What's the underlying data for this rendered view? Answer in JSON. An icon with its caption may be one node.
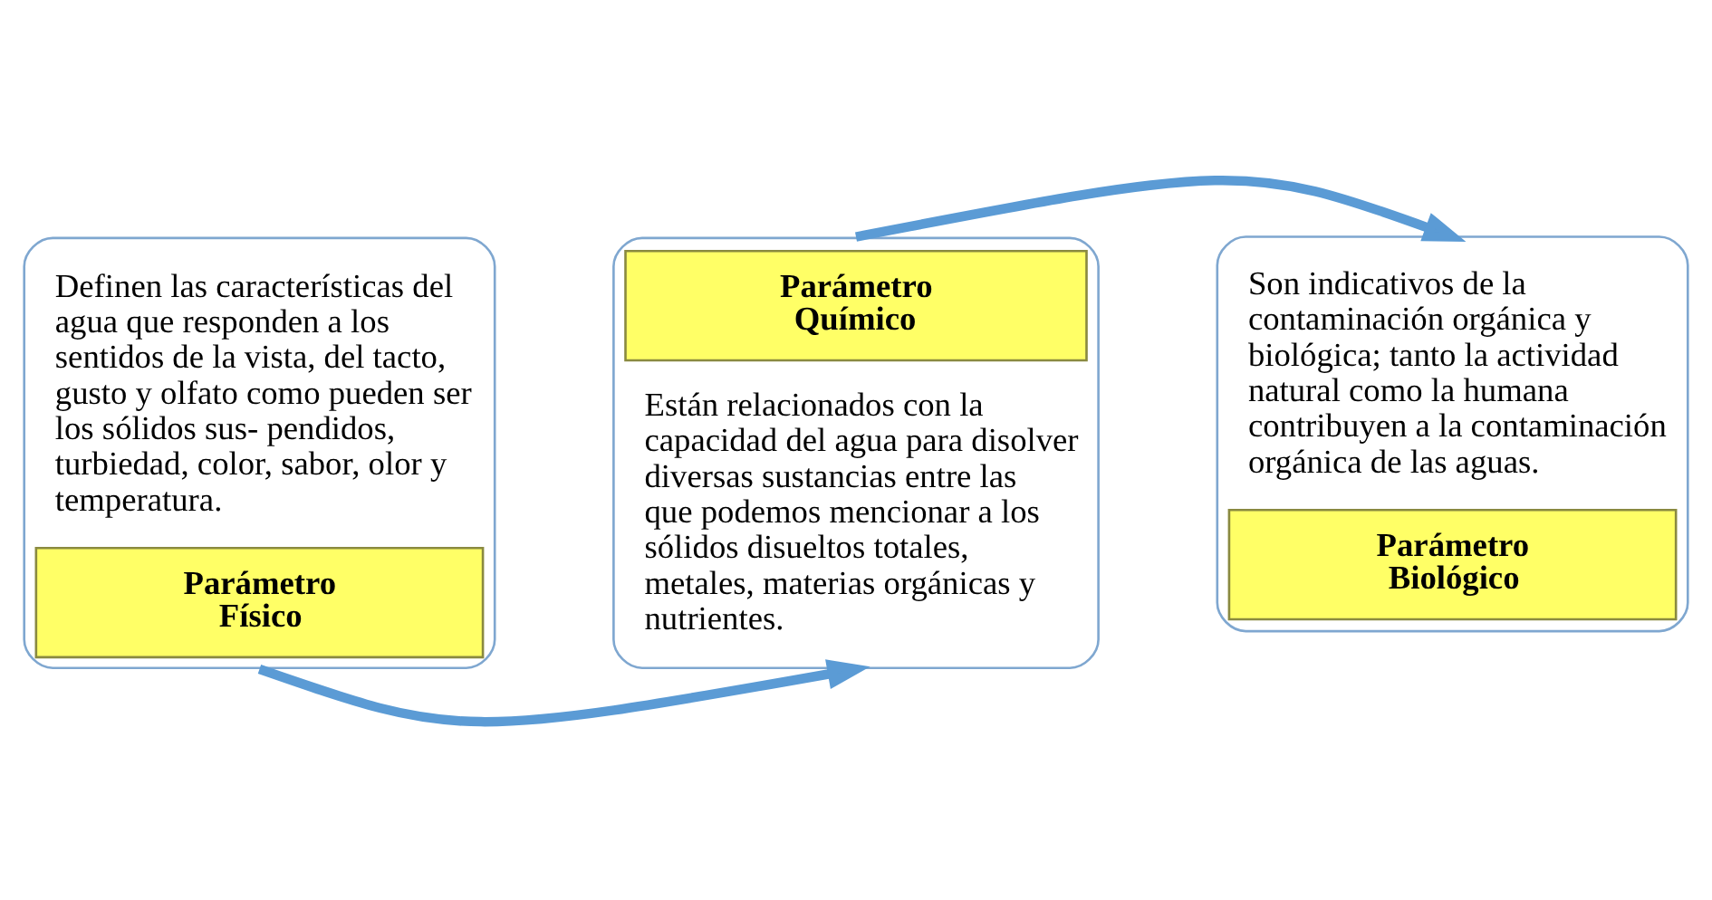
{
  "diagram": {
    "nodes": [
      {
        "text": [
          "Definen las características del agua que responden a los sentidos de la vista, del tacto, gusto y olfato como pueden ser los sólidos sus- pendidos, turbiedad, color, sabor, olor y temperatura.",
          "Parámetro Físico"
        ]
      },
      {
        "text": [
          "Parámetro Químico",
          "Están relacionados con la capacidad del agua para disolver diversas sustancias entre las que podemos mencionar a los sólidos disueltos totales, metales, materias orgánicas y nutrientes."
        ]
      },
      {
        "text": [
          "Son indicativos de la contaminación orgánica y biológica; tanto la actividad natural como la humana contribuyen a la contaminación orgánica de las aguas.",
          "Parámetro Biológico"
        ]
      }
    ],
    "edges": [
      {
        "from": 0,
        "to": 1,
        "arrow": "to"
      },
      {
        "from": 1,
        "to": 2,
        "arrow": "to"
      }
    ]
  }
}
